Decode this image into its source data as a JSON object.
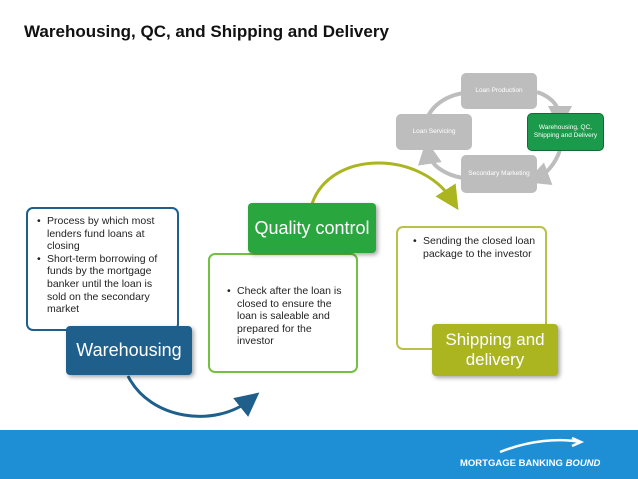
{
  "title": "Warehousing, QC, and Shipping and Delivery",
  "stages": {
    "warehousing": {
      "label": "Warehousing",
      "bullets": [
        "Process by which most lenders fund loans at closing",
        "Short-term borrowing of funds by the mortgage banker until the loan is sold on the secondary market"
      ],
      "color": "#1f5f8b",
      "border_color": "#1f5f8b"
    },
    "quality_control": {
      "label": "Quality control",
      "bullets": [
        "Check after the loan is closed to ensure the loan is saleable and prepared for the investor"
      ],
      "color": "#2aa63f",
      "border_color": "#74c043"
    },
    "shipping": {
      "label": "Shipping and delivery",
      "bullets": [
        "Sending the closed loan package to the investor"
      ],
      "color": "#aab520",
      "border_color": "#b9c14a"
    }
  },
  "cycle": {
    "nodes": [
      "Loan Production",
      "Warehousing, QC, Shipping and Delivery",
      "Secondary Marketing",
      "Loan Servicing"
    ],
    "active_color": "#1a9a4a",
    "inactive_color": "#bdbdbd"
  },
  "footer": {
    "brand_part1": "MORTGAGE BANKING",
    "brand_part2": "BOUND",
    "color": "#1e8fd4"
  }
}
